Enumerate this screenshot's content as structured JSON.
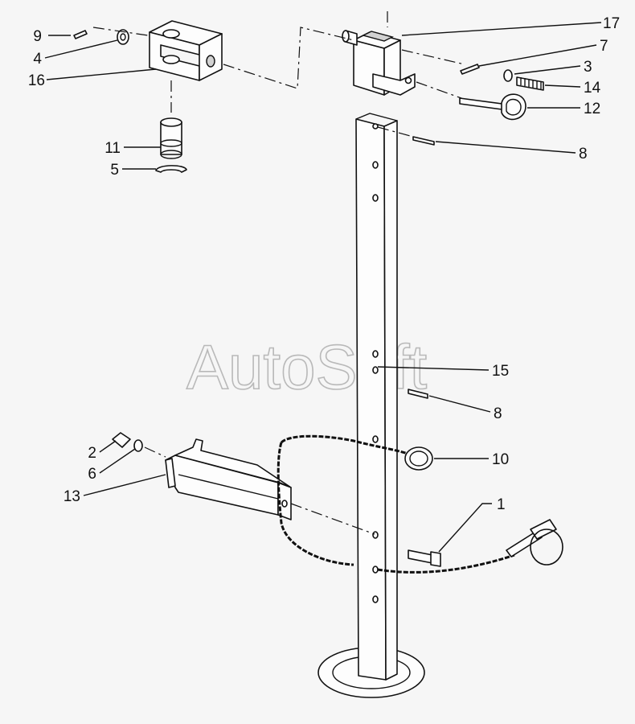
{
  "watermark": "AutoSoft",
  "callouts": [
    {
      "id": "9",
      "text": "9"
    },
    {
      "id": "4",
      "text": "4"
    },
    {
      "id": "16",
      "text": "16"
    },
    {
      "id": "11",
      "text": "11"
    },
    {
      "id": "5",
      "text": "5"
    },
    {
      "id": "17",
      "text": "17"
    },
    {
      "id": "7",
      "text": "7"
    },
    {
      "id": "3",
      "text": "3"
    },
    {
      "id": "14",
      "text": "14"
    },
    {
      "id": "12",
      "text": "12"
    },
    {
      "id": "8a",
      "text": "8"
    },
    {
      "id": "15",
      "text": "15"
    },
    {
      "id": "8b",
      "text": "8"
    },
    {
      "id": "10",
      "text": "10"
    },
    {
      "id": "1",
      "text": "1"
    },
    {
      "id": "2",
      "text": "2"
    },
    {
      "id": "6",
      "text": "6"
    },
    {
      "id": "13",
      "text": "13"
    }
  ]
}
